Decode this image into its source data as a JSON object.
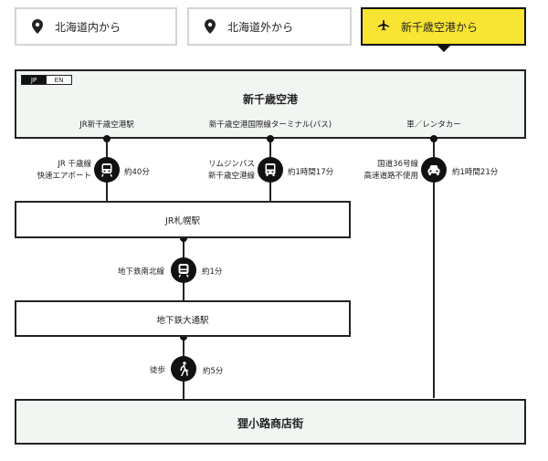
{
  "tabs": [
    {
      "label": "北海道内から",
      "icon": "map-pin-icon",
      "active": false
    },
    {
      "label": "北海道外から",
      "icon": "map-pin-icon",
      "active": false
    },
    {
      "label": "新千歳空港から",
      "icon": "airplane-icon",
      "active": true
    }
  ],
  "lang": {
    "jp": "JP",
    "en": "EN"
  },
  "airport": {
    "title": "新千歳空港",
    "stations": [
      "JR新千歳空港駅",
      "新千歳空港国際線ターミナル(バス)",
      "車／レンタカー"
    ]
  },
  "routes": {
    "jr": {
      "line1": "JR 千歳線",
      "line2": "快速エアポート",
      "time": "約40分",
      "icon": "train-icon"
    },
    "bus": {
      "line1": "リムジンバス",
      "line2": "新千歳空港線",
      "time": "約1時間17分",
      "icon": "bus-icon"
    },
    "car": {
      "line1": "国道36号線",
      "line2": "高速道路不使用",
      "time": "約1時間21分",
      "icon": "car-icon"
    },
    "subway": {
      "line1": "地下鉄南北線",
      "time": "約1分",
      "icon": "subway-icon"
    },
    "walk": {
      "line1": "徒歩",
      "time": "約5分",
      "icon": "walking-person-icon"
    }
  },
  "stops": {
    "sapporo": "JR札幌駅",
    "odori": "地下鉄大通駅",
    "destination": "狸小路商店街"
  },
  "colors": {
    "accent": "#f8e432",
    "dark": "#111111",
    "panel": "#f2f6f2"
  }
}
